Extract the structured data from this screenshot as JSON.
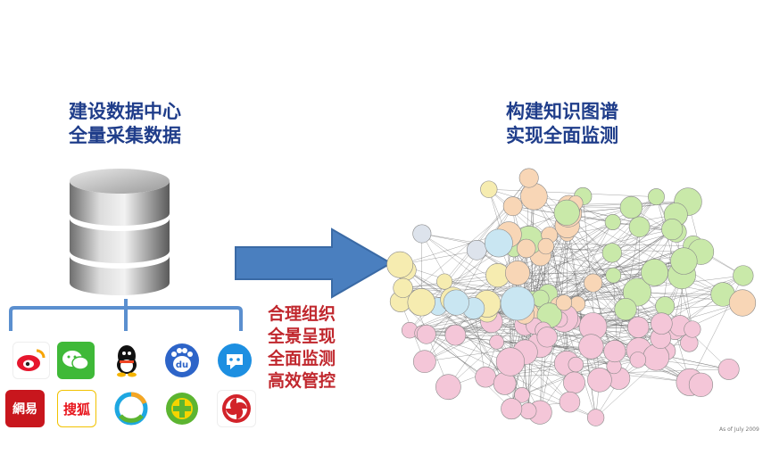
{
  "left_title": [
    "建设数据中心",
    "全量采集数据"
  ],
  "right_title": [
    "构建知识图谱",
    "实现全面监测"
  ],
  "actions": [
    "合理组织",
    "全景呈现",
    "全面监测",
    "高效管控"
  ],
  "sources": [
    {
      "name": "weibo-icon",
      "label": ""
    },
    {
      "name": "wechat-icon",
      "label": ""
    },
    {
      "name": "qq-icon",
      "label": ""
    },
    {
      "name": "baidu-icon",
      "label": "du"
    },
    {
      "name": "chat-bubble-icon",
      "label": ""
    },
    {
      "name": "netease-icon",
      "label": "網易"
    },
    {
      "name": "sohu-icon",
      "label": "搜狐"
    },
    {
      "name": "tencent-news-icon",
      "label": ""
    },
    {
      "name": "qihoo360-icon",
      "label": ""
    },
    {
      "name": "ifeng-icon",
      "label": ""
    }
  ],
  "graph_credit": "As of July 2009",
  "colors": {
    "title": "#1f3d8a",
    "actions": "#c0272d",
    "arrow": "#4a7fbf",
    "bracket": "#5b8fcf",
    "node_pink": "#f4c6d8",
    "node_green": "#c9e9a9",
    "node_blue": "#c9e6f2",
    "node_yellow": "#f6ecb0",
    "node_orange": "#f8d6b6",
    "node_gray": "#dde3ec"
  }
}
